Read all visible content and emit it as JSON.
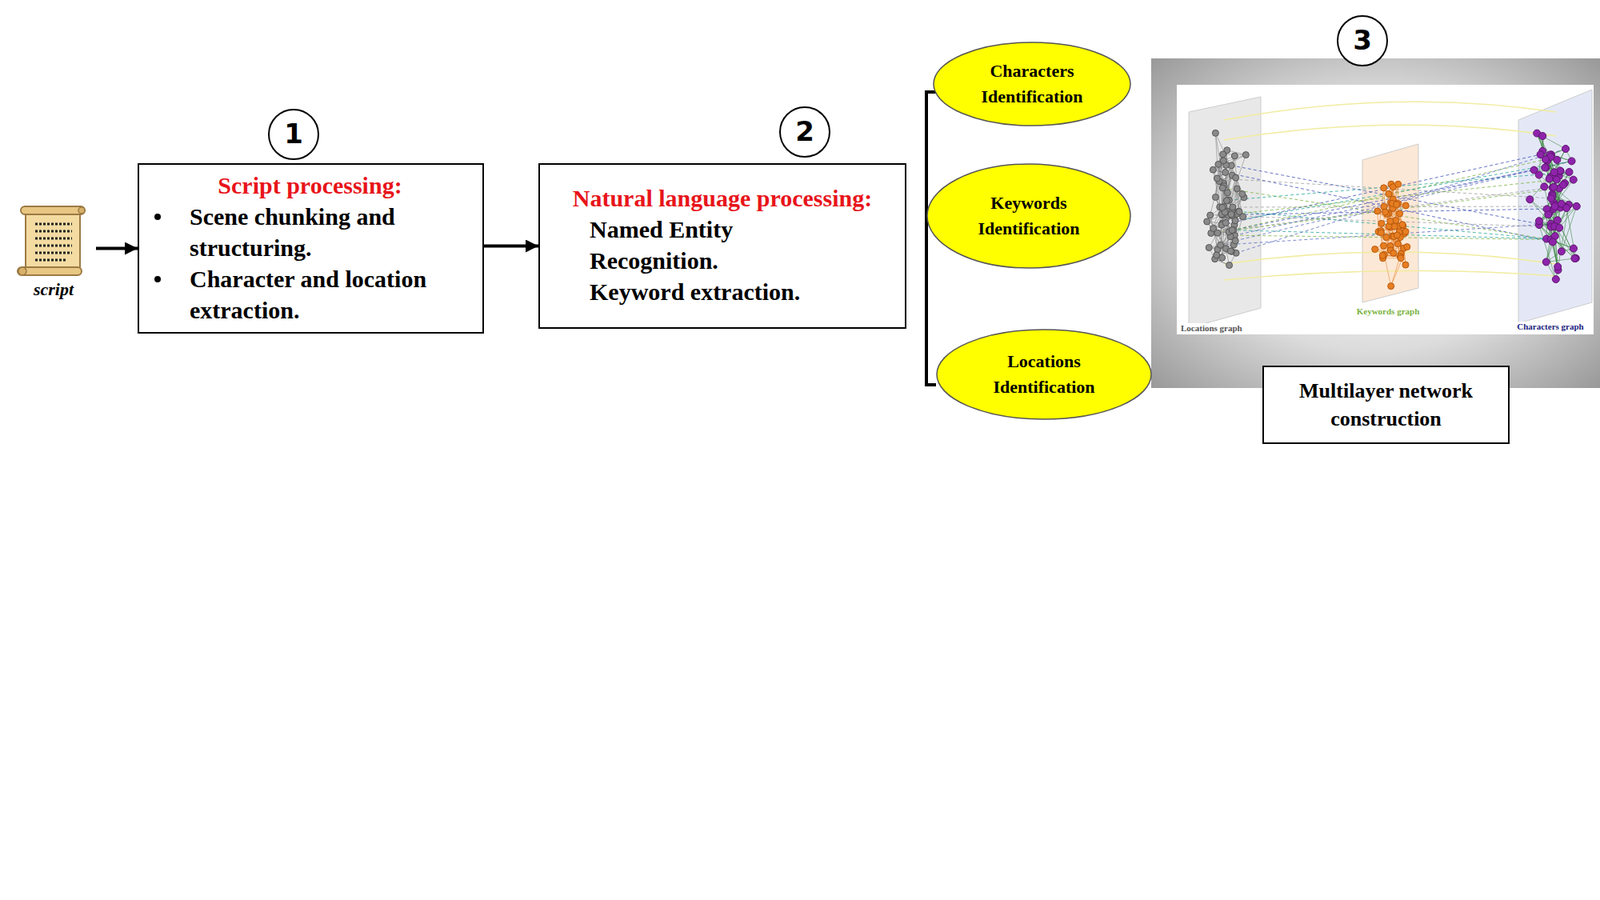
{
  "diagram": {
    "nodes": [
      {
        "text": [
          "script"
        ]
      },
      {
        "text": [
          "Script processing:",
          "Scene chunking and structuring.",
          "Character and location extraction."
        ]
      },
      {
        "text": [
          "Natural language processing:",
          "Named Entity Recognition.",
          "Keyword extraction."
        ]
      },
      {
        "text": [
          "Characters Identification"
        ]
      },
      {
        "text": [
          "Keywords Identification"
        ]
      },
      {
        "text": [
          "Locations Identification"
        ]
      },
      {
        "text": [
          "Multilayer network construction"
        ]
      }
    ],
    "edges": [
      {
        "from": 0,
        "to": 1,
        "arrow": "to"
      },
      {
        "from": 1,
        "to": 2,
        "arrow": "to"
      }
    ],
    "labels": [
      "1",
      "2",
      "3",
      "Locations graph",
      "Keywords graph",
      "Characters graph"
    ]
  }
}
